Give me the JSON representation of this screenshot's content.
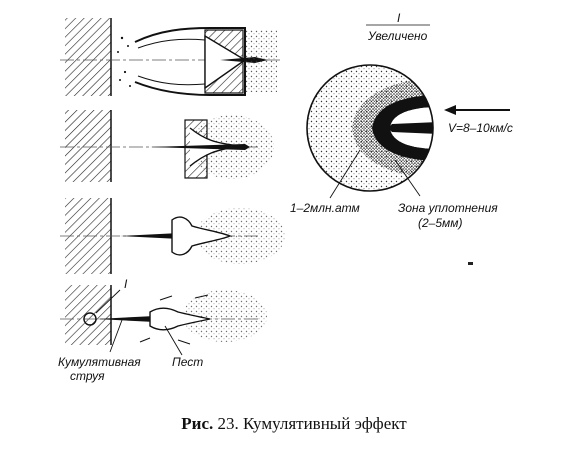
{
  "detail": {
    "marker": "I",
    "title": "Увеличено",
    "velocity": "V=8–10км/с",
    "pressure": "1–2млн.атм",
    "zone_line1": "Зона уплотнения",
    "zone_line2": "(2–5мм)"
  },
  "stages": {
    "marker": "I",
    "jet_label_line1": "Кумулятивная",
    "jet_label_line2": "струя",
    "slug_label": "Пест"
  },
  "caption": {
    "prefix": "Рис.",
    "text": " 23. Кумулятивный эффект"
  }
}
